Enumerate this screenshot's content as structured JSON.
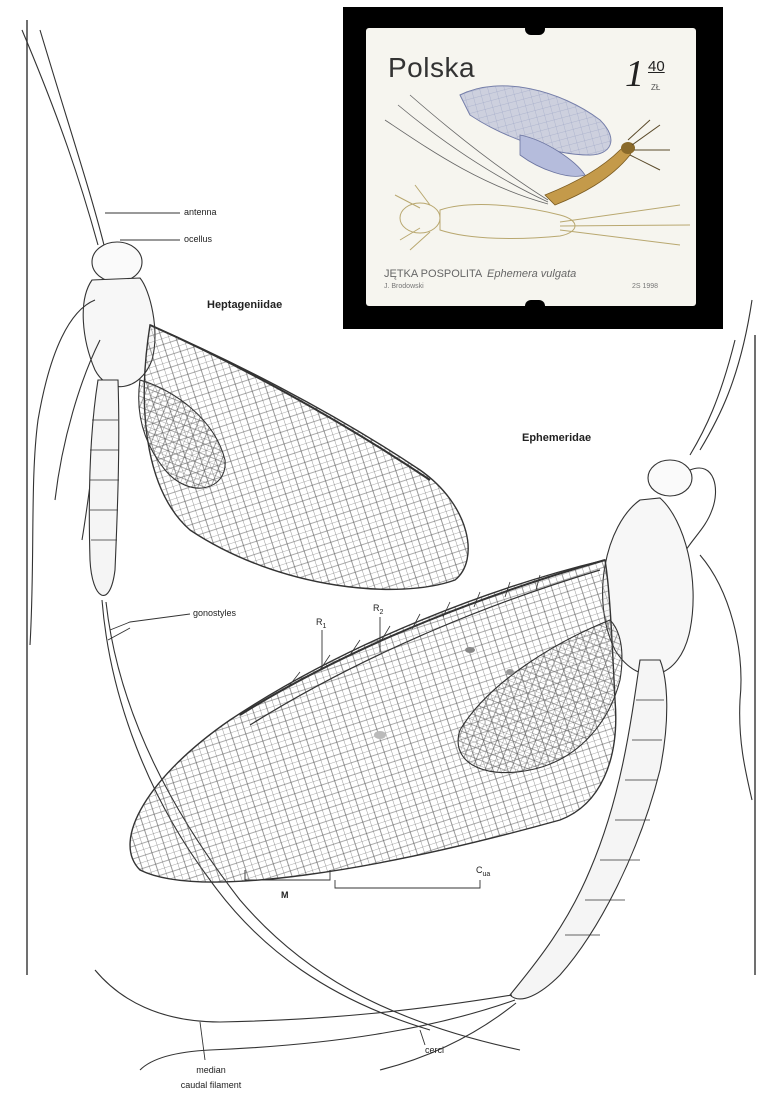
{
  "labels": {
    "antenna": "antenna",
    "ocellus": "ocellus",
    "family_heptageniidae": "Heptageniidae",
    "family_ephemeridae": "Ephemeridae",
    "gonostyles": "gonostyles",
    "vein_r1": "R",
    "vein_r1_sub": "1",
    "vein_r2": "R",
    "vein_r2_sub": "2",
    "vein_cu": "C",
    "vein_cu_sub": "ua",
    "region_m": "M",
    "cerci": "cerci",
    "median_line1": "median",
    "median_line2": "caudal filament"
  },
  "stamp": {
    "country": "Polska",
    "value_main": "1",
    "value_cents": "40",
    "currency": "ZŁ",
    "common_name": "JĘTKA POSPOLITA",
    "latin_name": "Ephemera vulgata",
    "artist": "J. Brodowski",
    "code": "2S 1998"
  }
}
